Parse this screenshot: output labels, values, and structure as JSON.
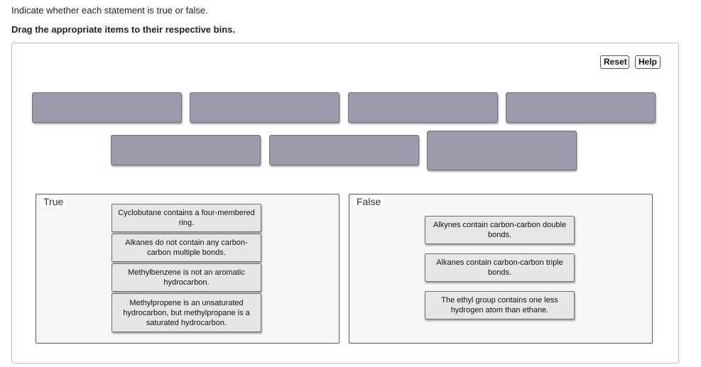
{
  "instructions": {
    "line1": "Indicate whether each statement is true or false.",
    "line2": "Drag the appropriate items to their respective bins."
  },
  "toolbar": {
    "reset_label": "Reset",
    "help_label": "Help"
  },
  "empty_slot_count": 7,
  "bins": {
    "true": {
      "label": "True",
      "items": [
        "Cyclobutane contains a four-membered ring.",
        "Alkanes do not contain any carbon-carbon multiple bonds.",
        "Methylbenzene is not an aromatic hydrocarbon.",
        "Methylpropene is an unsaturated hydrocarbon, but methylpropane is a saturated hydrocarbon."
      ]
    },
    "false": {
      "label": "False",
      "items": [
        "Alkynes contain carbon-carbon double bonds.",
        "Alkanes contain carbon-carbon triple bonds.",
        "The ethyl group contains one less hydrogen atom than ethane."
      ]
    }
  },
  "colors": {
    "slot_fill": "#9c9aab",
    "item_fill": "#e6e6e6",
    "bin_fill": "#f6f6f6"
  }
}
